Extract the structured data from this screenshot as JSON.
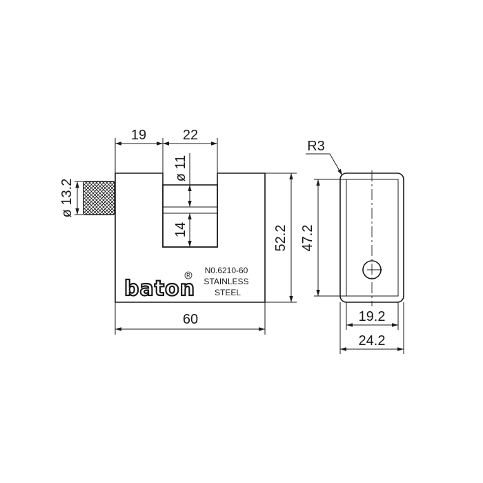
{
  "front_view": {
    "dim_shackle_offset": "19",
    "dim_shackle_width": "22",
    "dim_shackle_diameter": "ø 11",
    "dim_shackle_depth": "14",
    "dim_knob_diameter": "ø 13.2",
    "dim_body_width": "60",
    "dim_body_height": "52.2",
    "brand_text": "baton",
    "registered_mark": "R",
    "model_number": "N0.6210-60",
    "material_line1": "STAINLESS",
    "material_line2": "STEEL"
  },
  "side_view": {
    "dim_corner_radius": "R3",
    "dim_inner_height": "47.2",
    "dim_inner_width": "19.2",
    "dim_outer_width": "24.2"
  }
}
